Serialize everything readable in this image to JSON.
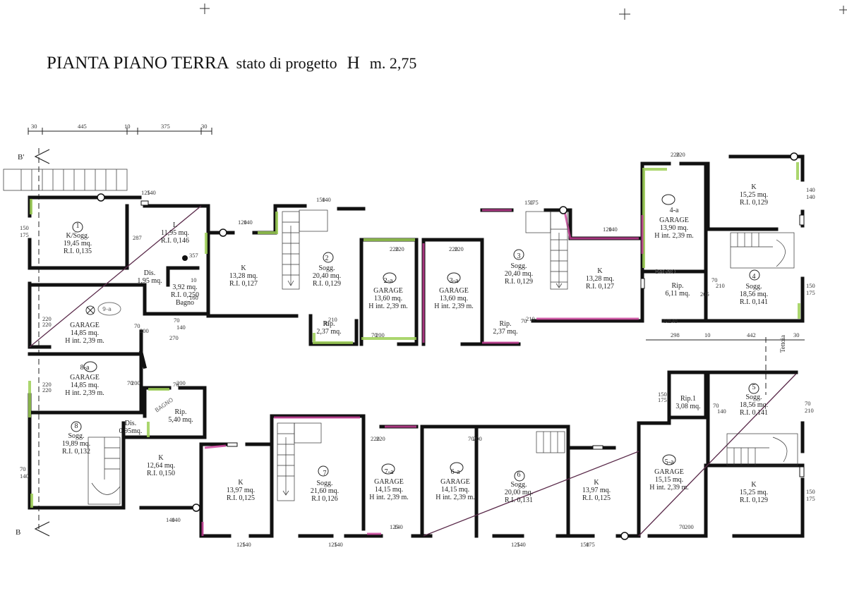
{
  "title": {
    "main": "PIANTA PIANO TERRA",
    "status": "stato di progetto",
    "h_label": "H",
    "h_value": "m.  2,75"
  },
  "dimensions_top": [
    "30",
    "445",
    "10",
    "375",
    "30"
  ],
  "dimensions_right": [
    "298",
    "10",
    "442",
    "30"
  ],
  "dimension_270": "270",
  "section_labels": {
    "top": "B'",
    "bottom": "B"
  },
  "tettoia": "Tettoia",
  "handwritten": {
    "bagno_top": "BAGNO",
    "bagno_bottom": "BAGNO",
    "mark_9a": "9-a"
  },
  "rooms": [
    {
      "id": "r1",
      "num": "1",
      "lines": [
        "K/Sogg.",
        "19,45 mq.",
        "R.I. 0,135"
      ]
    },
    {
      "id": "r1L",
      "lines": [
        "L",
        "11,95 mq.",
        "R.I. 0,146"
      ]
    },
    {
      "id": "r1dis",
      "lines": [
        "Dis.",
        "1,95 mq."
      ]
    },
    {
      "id": "r1bagno",
      "lines": [
        "3,92 mq.",
        "R.I. 0,250",
        "Bagno"
      ]
    },
    {
      "id": "r9a",
      "lines": [
        "GARAGE",
        "14,85 mq.",
        "H int. 2,39 m."
      ]
    },
    {
      "id": "r8a",
      "num": "8-a",
      "lines": [
        "GARAGE",
        "14,85 mq.",
        "H int. 2,39 m."
      ]
    },
    {
      "id": "rK1",
      "lines": [
        "K",
        "13,28 mq.",
        "R.I. 0,127"
      ]
    },
    {
      "id": "r2",
      "num": "2",
      "lines": [
        "Sogg.",
        "20,40 mq.",
        "R.I. 0,129"
      ]
    },
    {
      "id": "r2rip",
      "lines": [
        "Rip.",
        "2,37 mq."
      ]
    },
    {
      "id": "r2a",
      "num": "2-a",
      "lines": [
        "GARAGE",
        "13,60 mq.",
        "H int. 2,39 m."
      ]
    },
    {
      "id": "r3a",
      "num": "3-a",
      "lines": [
        "GARAGE",
        "13,60 mq.",
        "H int. 2,39 m."
      ]
    },
    {
      "id": "r3",
      "num": "3",
      "lines": [
        "Sogg.",
        "20,40 mq.",
        "R.I. 0,129"
      ]
    },
    {
      "id": "r3rip",
      "lines": [
        "Rip.",
        "2,37 mq."
      ]
    },
    {
      "id": "rK3",
      "lines": [
        "K",
        "13,28 mq.",
        "R.I. 0,127"
      ]
    },
    {
      "id": "r4a",
      "num": "4-a",
      "lines": [
        "GARAGE",
        "13,90 mq.",
        "H int. 2,39 m."
      ]
    },
    {
      "id": "r4rip",
      "lines": [
        "Rip.",
        "6,11 mq."
      ]
    },
    {
      "id": "rK4",
      "lines": [
        "K",
        "15,25 mq.",
        "R.I. 0,129"
      ]
    },
    {
      "id": "r4",
      "num": "4",
      "lines": [
        "Sogg.",
        "18,56 mq.",
        "R.I. 0,141"
      ]
    },
    {
      "id": "r8",
      "num": "8",
      "lines": [
        "Sogg.",
        "19,89 mq.",
        "R.I. 0,132"
      ]
    },
    {
      "id": "r8dis",
      "lines": [
        "Dis.",
        "0,95mq."
      ]
    },
    {
      "id": "r8rip",
      "lines": [
        "Rip.",
        "5,40 mq."
      ]
    },
    {
      "id": "rK8",
      "lines": [
        "K",
        "12,64 mq.",
        "R.I. 0,150"
      ]
    },
    {
      "id": "rK7",
      "lines": [
        "K",
        "13,97 mq.",
        "R.I. 0,125"
      ]
    },
    {
      "id": "r7",
      "num": "7",
      "lines": [
        "Sogg.",
        "21,60 mq.",
        "R.I 0,126"
      ]
    },
    {
      "id": "r7a",
      "num": "7-a",
      "lines": [
        "GARAGE",
        "14,15 mq.",
        "H int. 2,39 m."
      ]
    },
    {
      "id": "r6a",
      "num": "6-a",
      "lines": [
        "GARAGE",
        "14,15 mq.",
        "H int. 2,39 m."
      ]
    },
    {
      "id": "r6",
      "num": "6",
      "lines": [
        "Sogg.",
        "20,00 mq.",
        "R.I. 0,131"
      ]
    },
    {
      "id": "rK6",
      "lines": [
        "K",
        "13,97 mq.",
        "R.I. 0,125"
      ]
    },
    {
      "id": "r5a",
      "num": "5-a",
      "lines": [
        "GARAGE",
        "15,15 mq.",
        "H int. 2,39 m."
      ]
    },
    {
      "id": "r5rip",
      "lines": [
        "Rip.1",
        "3,08 mq."
      ]
    },
    {
      "id": "r5",
      "num": "5",
      "lines": [
        "Sogg.",
        "18,56 mq.",
        "R.I. 0,141"
      ]
    },
    {
      "id": "rK5",
      "lines": [
        "K",
        "15,25 mq.",
        "R.I. 0,129"
      ]
    }
  ],
  "wall_dims": [
    {
      "t": "150"
    },
    {
      "t": "175"
    },
    {
      "t": "287"
    },
    {
      "t": "357"
    },
    {
      "t": "10"
    },
    {
      "t": "160"
    },
    {
      "t": "125"
    },
    {
      "t": "140"
    },
    {
      "t": "120"
    },
    {
      "t": "140"
    },
    {
      "t": "150"
    },
    {
      "t": "140"
    },
    {
      "t": "220"
    },
    {
      "t": "220"
    },
    {
      "t": "70"
    },
    {
      "t": "200"
    },
    {
      "t": "70"
    },
    {
      "t": "140"
    },
    {
      "t": "70"
    },
    {
      "t": "210"
    },
    {
      "t": "70"
    },
    {
      "t": "200"
    },
    {
      "t": "220"
    },
    {
      "t": "220"
    },
    {
      "t": "70"
    },
    {
      "t": "210"
    },
    {
      "t": "150"
    },
    {
      "t": "175"
    },
    {
      "t": "120"
    },
    {
      "t": "140"
    },
    {
      "t": "220"
    },
    {
      "t": "220"
    },
    {
      "t": "140"
    },
    {
      "t": "140"
    },
    {
      "t": "150"
    },
    {
      "t": "175"
    },
    {
      "t": "60"
    },
    {
      "t": "140"
    },
    {
      "t": "70"
    },
    {
      "t": "210"
    },
    {
      "t": "205"
    },
    {
      "t": "220"
    },
    {
      "t": "220"
    },
    {
      "t": "220"
    },
    {
      "t": "220"
    },
    {
      "t": "70"
    },
    {
      "t": "200"
    },
    {
      "t": "70"
    },
    {
      "t": "200"
    },
    {
      "t": "70"
    },
    {
      "t": "140"
    },
    {
      "t": "150"
    },
    {
      "t": "175"
    },
    {
      "t": "70"
    },
    {
      "t": "140"
    },
    {
      "t": "70"
    },
    {
      "t": "210"
    },
    {
      "t": "150"
    },
    {
      "t": "175"
    },
    {
      "t": "140"
    },
    {
      "t": "140"
    },
    {
      "t": "125"
    },
    {
      "t": "140"
    },
    {
      "t": "125"
    },
    {
      "t": "140"
    },
    {
      "t": "125"
    },
    {
      "t": "140"
    },
    {
      "t": "150"
    },
    {
      "t": "175"
    },
    {
      "t": "125"
    },
    {
      "t": "140"
    },
    {
      "t": "220"
    },
    {
      "t": "220"
    },
    {
      "t": "70"
    },
    {
      "t": "200"
    },
    {
      "t": "70"
    },
    {
      "t": "200"
    },
    {
      "t": "220"
    },
    {
      "t": "220"
    }
  ]
}
